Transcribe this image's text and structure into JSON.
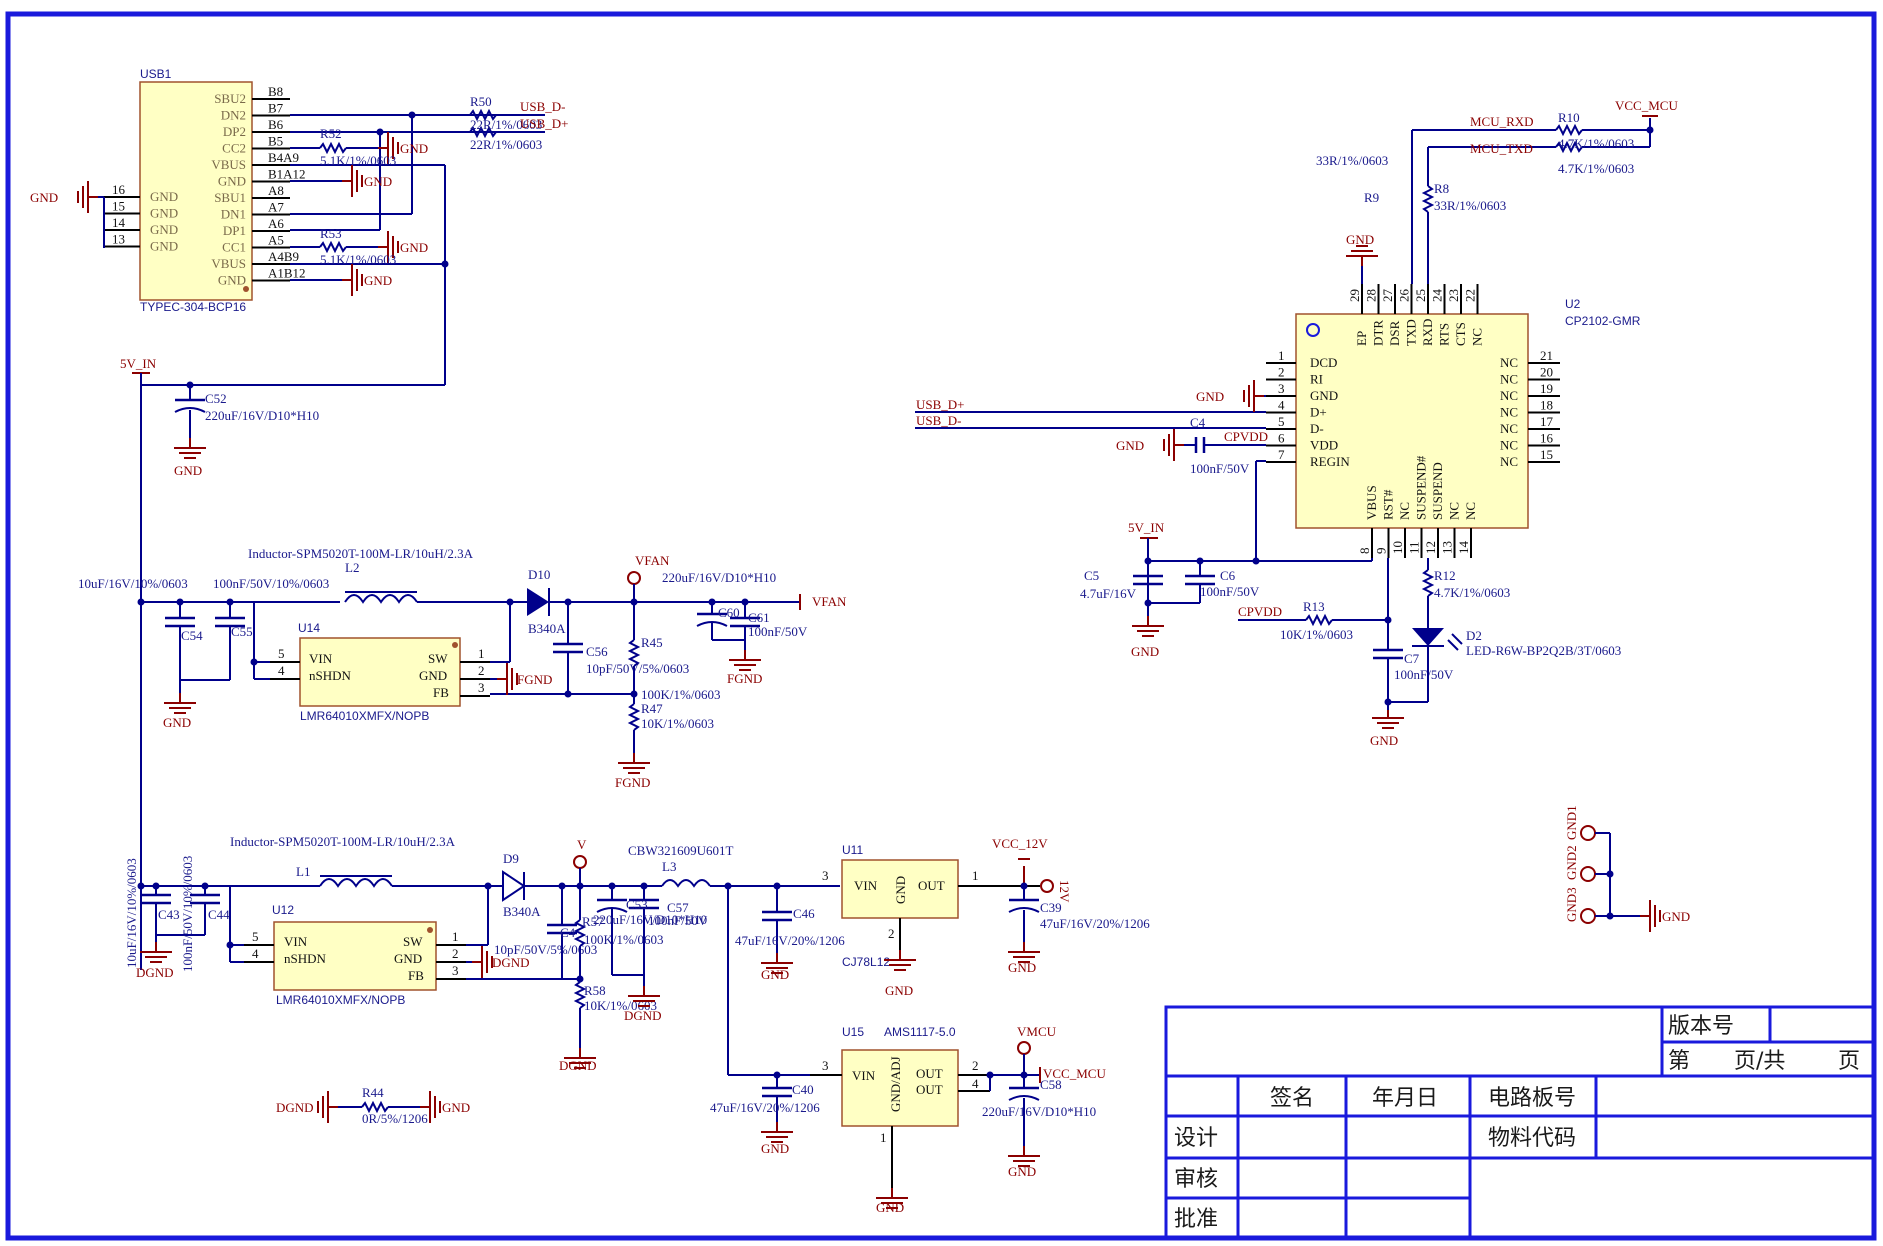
{
  "usb1": {
    "ref": "USB1",
    "part": "TYPEC-304-BCP16",
    "left_pins": [
      {
        "num": "16",
        "name": "GND"
      },
      {
        "num": "15",
        "name": "GND"
      },
      {
        "num": "14",
        "name": "GND"
      },
      {
        "num": "13",
        "name": "GND"
      }
    ],
    "right_pins": [
      {
        "name": "SBU2",
        "num": "B8"
      },
      {
        "name": "DN2",
        "num": "B7"
      },
      {
        "name": "DP2",
        "num": "B6"
      },
      {
        "name": "CC2",
        "num": "B5"
      },
      {
        "name": "VBUS",
        "num": "B4A9"
      },
      {
        "name": "GND",
        "num": "B1A12"
      },
      {
        "name": "SBU1",
        "num": "A8"
      },
      {
        "name": "DN1",
        "num": "A7"
      },
      {
        "name": "DP1",
        "num": "A6"
      },
      {
        "name": "CC1",
        "num": "A5"
      },
      {
        "name": "VBUS",
        "num": "A4B9"
      },
      {
        "name": "GND",
        "num": "A1B12"
      }
    ]
  },
  "u2": {
    "ref": "U2",
    "part": "CP2102-GMR",
    "left_pins": [
      {
        "num": "1",
        "name": "DCD"
      },
      {
        "num": "2",
        "name": "RI"
      },
      {
        "num": "3",
        "name": "GND"
      },
      {
        "num": "4",
        "name": "D+"
      },
      {
        "num": "5",
        "name": "D-"
      },
      {
        "num": "6",
        "name": "VDD"
      },
      {
        "num": "7",
        "name": "REGIN"
      }
    ],
    "right_pins": [
      {
        "num": "21",
        "name": "NC"
      },
      {
        "num": "20",
        "name": "NC"
      },
      {
        "num": "19",
        "name": "NC"
      },
      {
        "num": "18",
        "name": "NC"
      },
      {
        "num": "17",
        "name": "NC"
      },
      {
        "num": "16",
        "name": "NC"
      },
      {
        "num": "15",
        "name": "NC"
      }
    ],
    "top_pins": [
      {
        "num": "29",
        "name": "EP"
      },
      {
        "num": "28",
        "name": "DTR"
      },
      {
        "num": "27",
        "name": "DSR"
      },
      {
        "num": "26",
        "name": "TXD"
      },
      {
        "num": "25",
        "name": "RXD"
      },
      {
        "num": "24",
        "name": "RTS"
      },
      {
        "num": "23",
        "name": "CTS"
      },
      {
        "num": "22",
        "name": "NC"
      }
    ],
    "bottom_pins": [
      {
        "num": "8",
        "name": "VBUS"
      },
      {
        "num": "9",
        "name": "RST#"
      },
      {
        "num": "10",
        "name": "NC"
      },
      {
        "num": "11",
        "name": "SUSPEND#"
      },
      {
        "num": "12",
        "name": "SUSPEND"
      },
      {
        "num": "13",
        "name": "NC"
      },
      {
        "num": "14",
        "name": "NC"
      }
    ]
  },
  "u14": {
    "ref": "U14",
    "part": "LMR64010XMFX/NOPB",
    "pins_left": [
      {
        "num": "5",
        "name": "VIN"
      },
      {
        "num": "4",
        "name": "nSHDN"
      }
    ],
    "pins_right": [
      {
        "name": "SW",
        "num": "1"
      },
      {
        "name": "GND",
        "num": "2"
      },
      {
        "name": "FB",
        "num": "3"
      }
    ]
  },
  "u12": {
    "ref": "U12",
    "part": "LMR64010XMFX/NOPB",
    "pins_left": [
      {
        "num": "5",
        "name": "VIN"
      },
      {
        "num": "4",
        "name": "nSHDN"
      }
    ],
    "pins_right": [
      {
        "name": "SW",
        "num": "1"
      },
      {
        "name": "GND",
        "num": "2"
      },
      {
        "name": "FB",
        "num": "3"
      }
    ]
  },
  "u11": {
    "ref": "U11",
    "part": "CJ78L12",
    "vin": "VIN",
    "gnd": "GND",
    "out": "OUT",
    "pin_in": "3",
    "pin_out": "1",
    "pin_gnd": "2"
  },
  "u15": {
    "ref": "U15",
    "part": "AMS1117-5.0",
    "vin": "VIN",
    "gnd": "GND/ADJ",
    "out1": "OUT",
    "out2": "OUT",
    "pin_in": "3",
    "pin_out1": "2",
    "pin_out2": "4",
    "pin_gnd": "1"
  },
  "components": {
    "r50": "R50",
    "r50_val": "22R/1%/0603",
    "r51_val": "22R/1%/0603",
    "r52": "R52",
    "r52_val": "5.1K/1%/0603",
    "r53": "R53",
    "r53_val": "5.1K/1%/0603",
    "r10": "R10",
    "r10_val": "4.7K/1%/0603",
    "r11_val": "4.7K/1%/0603",
    "r9": "R9",
    "r9_val": "33R/1%/0603",
    "r8": "R8",
    "r8_val": "33R/1%/0603",
    "r12": "R12",
    "r12_val": "4.7K/1%/0603",
    "r13": "R13",
    "r13_val": "10K/1%/0603",
    "r45": "R45",
    "r45_val": "100K/1%/0603",
    "r47": "R47",
    "r47_val": "10K/1%/0603",
    "r57": "R57",
    "r57_val": "100K/1%/0603",
    "r58": "R58",
    "r58_val": "10K/1%/0603",
    "r44": "R44",
    "r44_val": "0R/5%/1206",
    "c52": "C52",
    "c52_val": "220uF/16V/D10*H10",
    "c54": "C54",
    "c55": "C55",
    "c54_val": "10uF/16V/10%/0603",
    "c55_val": "100nF/50V/10%/0603",
    "c56": "C56",
    "c56_val": "10pF/50V/5%/0603",
    "c60": "C60",
    "c60_val": "220uF/16V/D10*H10",
    "c61": "C61",
    "c61_val": "100nF/50V",
    "c43": "C43",
    "c43_val": "10uF/16V/10%/0603",
    "c44": "C44",
    "c44_val": "100nF/50V/10%/0603",
    "c4x": "C4",
    "c4x_val": "10pF/50V/5%/0603",
    "c53": "C53",
    "c53_val": "220uF/16V/D10*H10",
    "c57": "C57",
    "c57_val": "100nF/50V",
    "c46": "C46",
    "c46_val": "47uF/16V/20%/1206",
    "c39": "C39",
    "c39_val": "47uF/16V/20%/1206",
    "c40": "C40",
    "c40_val": "47uF/16V/20%/1206",
    "c58": "C58",
    "c58_val": "220uF/16V/D10*H10",
    "c4": "C4",
    "c4_val": "100nF/50V",
    "c5": "C5",
    "c5_val": "4.7uF/16V",
    "c6": "C6",
    "c6_val": "100nF/50V",
    "c7": "C7",
    "c7_val": "100nF/50V",
    "l2": "L2",
    "l2_val": "Inductor-SPM5020T-100M-LR/10uH/2.3A",
    "l1": "L1",
    "l1_val": "Inductor-SPM5020T-100M-LR/10uH/2.3A",
    "l3": "L3",
    "l3_val": "CBW321609U601T",
    "d10": "D10",
    "d10_val": "B340A",
    "d9": "D9",
    "d9_val": "B340A",
    "d2": "D2",
    "d2_val": "LED-R6W-BP2Q2B/3T/0603"
  },
  "nets": {
    "gnd": "GND",
    "fgnd": "FGND",
    "dgnd": "DGND",
    "usb_dm": "USB_D-",
    "usb_dp": "USB_D+",
    "five_v_in": "5V_IN",
    "vcc_mcu": "VCC_MCU",
    "vcc_12v": "VCC_12V",
    "mcu_rxd": "MCU_RXD",
    "mcu_txd": "MCU_TXD",
    "cpvdd": "CPVDD",
    "vfan": "VFAN",
    "v": "V",
    "vmcu": "VMCU",
    "v12": "12V",
    "gnd1": "GND1",
    "gnd2": "GND2",
    "gnd3": "GND3"
  },
  "title_block": {
    "version": "版本号",
    "page": "第",
    "page_mid": "页/共",
    "page_end": "页",
    "sign": "签名",
    "date": "年月日",
    "board": "电路板号",
    "design": "设计",
    "material": "物料代码",
    "review": "审核",
    "approve": "批准"
  },
  "colors": {
    "border": "#1a1adc",
    "wire": "#00008b",
    "part_fill": "#ffffc4",
    "part_stroke": "#a0522d",
    "text": "#1a1a8c",
    "power": "#8b0000"
  }
}
